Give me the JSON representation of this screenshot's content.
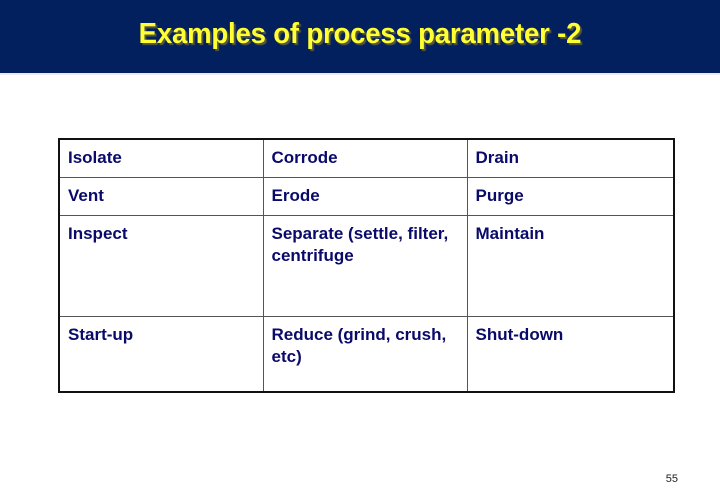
{
  "slide": {
    "title": "Examples of process parameter -2",
    "page_number": "55"
  },
  "colors": {
    "title_bar_bg": "#02205e",
    "title_text": "#ffff33",
    "table_text": "#0a0a6a",
    "table_border": "#111111"
  },
  "table": {
    "rows": [
      [
        "Isolate",
        "Corrode",
        "Drain"
      ],
      [
        "Vent",
        "Erode",
        "Purge"
      ],
      [
        "Inspect",
        "Separate (settle, filter, centrifuge",
        "Maintain"
      ],
      [
        "Start-up",
        "Reduce (grind, crush, etc)",
        "Shut-down"
      ]
    ]
  }
}
